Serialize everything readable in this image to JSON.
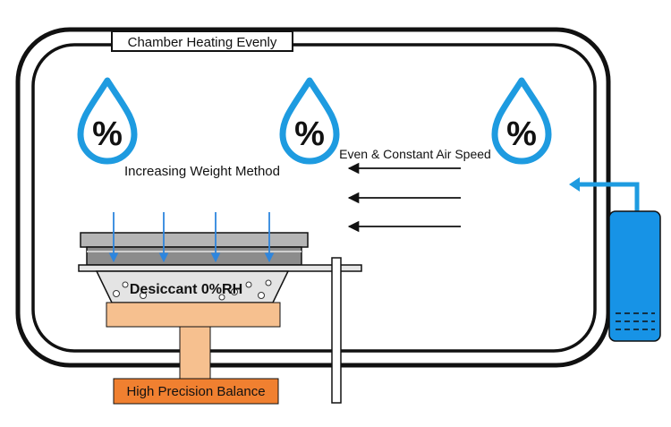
{
  "diagram": {
    "title": "Chamber Heating Evenly",
    "method_label": "Increasing Weight Method",
    "airflow_label": "Even & Constant Air Speed",
    "desiccant_label": "Desiccant 0%RH",
    "balance_label": "High Precision Balance",
    "humidity_symbol": "%"
  },
  "colors": {
    "chamber_outline": "#111111",
    "droplet": "#1e9be0",
    "water_tank": "#1793e6",
    "arrow_blue": "#2e86de",
    "balance_orange": "#f08030",
    "balance_base": "#f6c08f",
    "plate_gray": "#a9a9a9",
    "dish_gray": "#d4d4d4"
  },
  "icons": {
    "droplets": [
      "humidity-droplet-icon",
      "humidity-droplet-icon",
      "humidity-droplet-icon"
    ]
  }
}
